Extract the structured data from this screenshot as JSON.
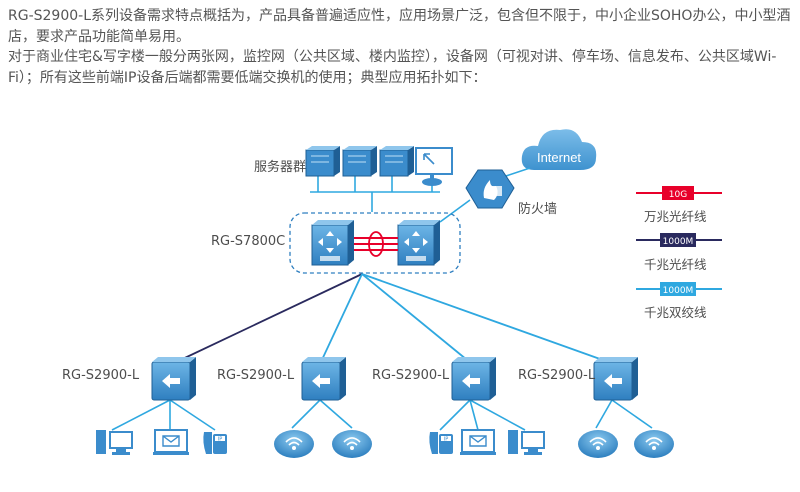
{
  "intro": {
    "line1": "RG-S2900-L系列设备需求特点概括为，产品具备普遍适应性，应用场景广泛，包含但不限于，中小企业SOHO办公，中小型酒店，要求产品功能简单易用。",
    "line2": "对于商业住宅&写字楼一般分两张网，监控网（公共区域、楼内监控），设备网（可视对讲、停车场、信息发布、公共区域Wi-Fi）；所有这些前端IP设备后端都需要低端交换机的使用；典型应用拓扑如下："
  },
  "diagram": {
    "server_group_label": "服务器群",
    "internet_label": "Internet",
    "firewall_label": "防火墙",
    "core_switch_label": "RG-S7800C",
    "access_switches": [
      {
        "label": "RG-S2900-L"
      },
      {
        "label": "RG-S2900-L"
      },
      {
        "label": "RG-S2900-L"
      },
      {
        "label": "RG-S2900-L"
      }
    ],
    "phone_badge": "IP"
  },
  "legend": [
    {
      "badge": "10G",
      "text": "万兆光纤线",
      "color": "#e8002a"
    },
    {
      "badge": "1000M",
      "text": "千兆光纤线",
      "color": "#2a2a5e"
    },
    {
      "badge": "1000M",
      "text": "千兆双绞线",
      "color": "#2fa8e0"
    }
  ],
  "colors": {
    "text": "#555555",
    "switch_face": "#4a9bd6",
    "cloud": "#5aa9dc",
    "fiber_10g": "#e8002a",
    "fiber_1000m": "#2a2a5e",
    "twisted_pair": "#2fa8e0"
  },
  "icons": [
    "server-icon",
    "monitor-icon",
    "cloud-icon",
    "firewall-icon",
    "core-switch-icon",
    "access-switch-icon",
    "pc-icon",
    "email-icon",
    "ip-phone-icon",
    "wifi-ap-icon"
  ]
}
